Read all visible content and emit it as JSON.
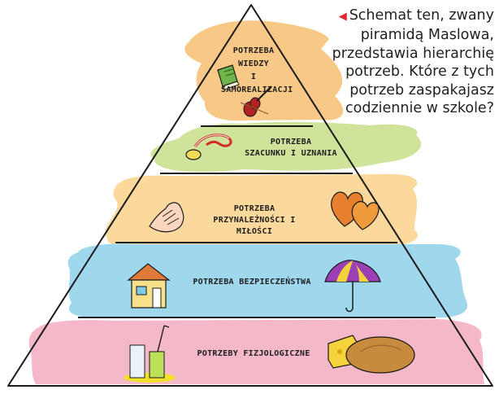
{
  "diagram": {
    "caption": "Schemat ten, zwany piramidą Maslowa, przedstawia hierarchię potrzeb. Które z tych potrzeb zaspakajasz codziennie w szkole?",
    "levels": [
      {
        "lines": [
          "POTRZEBA",
          "WIEDZY",
          "I",
          "SAMOREALIZACJI"
        ],
        "band_color": "#f8c886",
        "icons": [
          "book-icon",
          "violin-icon"
        ]
      },
      {
        "lines": [
          "POTRZEBA",
          "SZACUNKU I UZNANIA"
        ],
        "band_color": "#cfe39a",
        "icons": [
          "medal-icon"
        ]
      },
      {
        "lines": [
          "POTRZEBA",
          "PRZYNALEŻNOŚCI I MIŁOŚCI"
        ],
        "band_color": "#fbd99c",
        "icons": [
          "handshake-icon",
          "hearts-icon"
        ]
      },
      {
        "lines": [
          "POTRZEBA BEZPIECZEŃSTWA"
        ],
        "band_color": "#9fd7ec",
        "icons": [
          "house-icon",
          "umbrella-icon"
        ]
      },
      {
        "lines": [
          "POTRZEBY FIZJOLOGICZNE"
        ],
        "band_color": "#f4b8c8",
        "icons": [
          "drinks-icon",
          "cheese-icon",
          "bread-icon"
        ]
      }
    ],
    "accent_color": "#e3262e"
  }
}
